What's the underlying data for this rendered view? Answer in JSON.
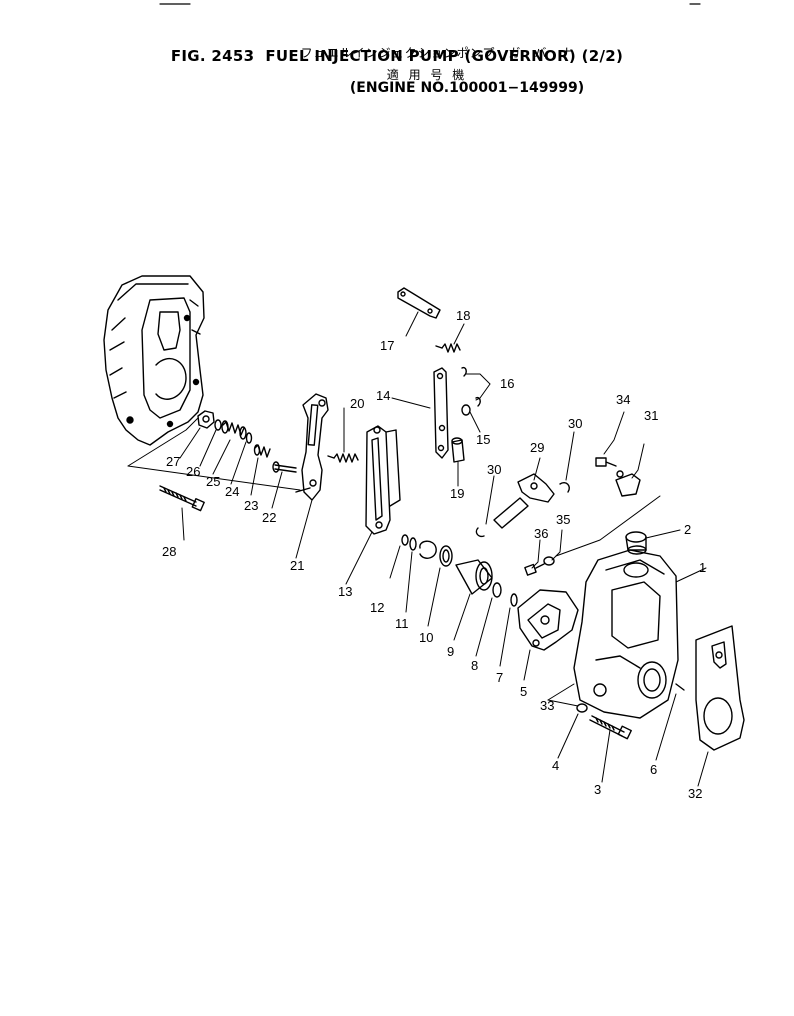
{
  "header": {
    "title_jp": "フュエルインジェクションポンプ　ガ　バ　ナ",
    "fig_label": "FIG. 2453",
    "title": "FUEL INJECTION PUMP (GOVERNOR) (2/2)",
    "applicability_jp": "適 用 号 機",
    "engine_range": "(ENGINE NO.100001−149999)"
  },
  "callouts": {
    "p1": "1",
    "p2": "2",
    "p3": "3",
    "p4": "4",
    "p5": "5",
    "p6": "6",
    "p7": "7",
    "p8": "8",
    "p9": "9",
    "p10": "10",
    "p11": "11",
    "p12": "12",
    "p13": "13",
    "p14": "14",
    "p15": "15",
    "p16": "16",
    "p17": "17",
    "p18": "18",
    "p19": "19",
    "p20": "20",
    "p21": "21",
    "p22": "22",
    "p23": "23",
    "p24": "24",
    "p25": "25",
    "p26": "26",
    "p27": "27",
    "p28": "28",
    "p29": "29",
    "p30a": "30",
    "p30b": "30",
    "p31": "31",
    "p32": "32",
    "p33": "33",
    "p34": "34",
    "p35": "35",
    "p36": "36"
  }
}
